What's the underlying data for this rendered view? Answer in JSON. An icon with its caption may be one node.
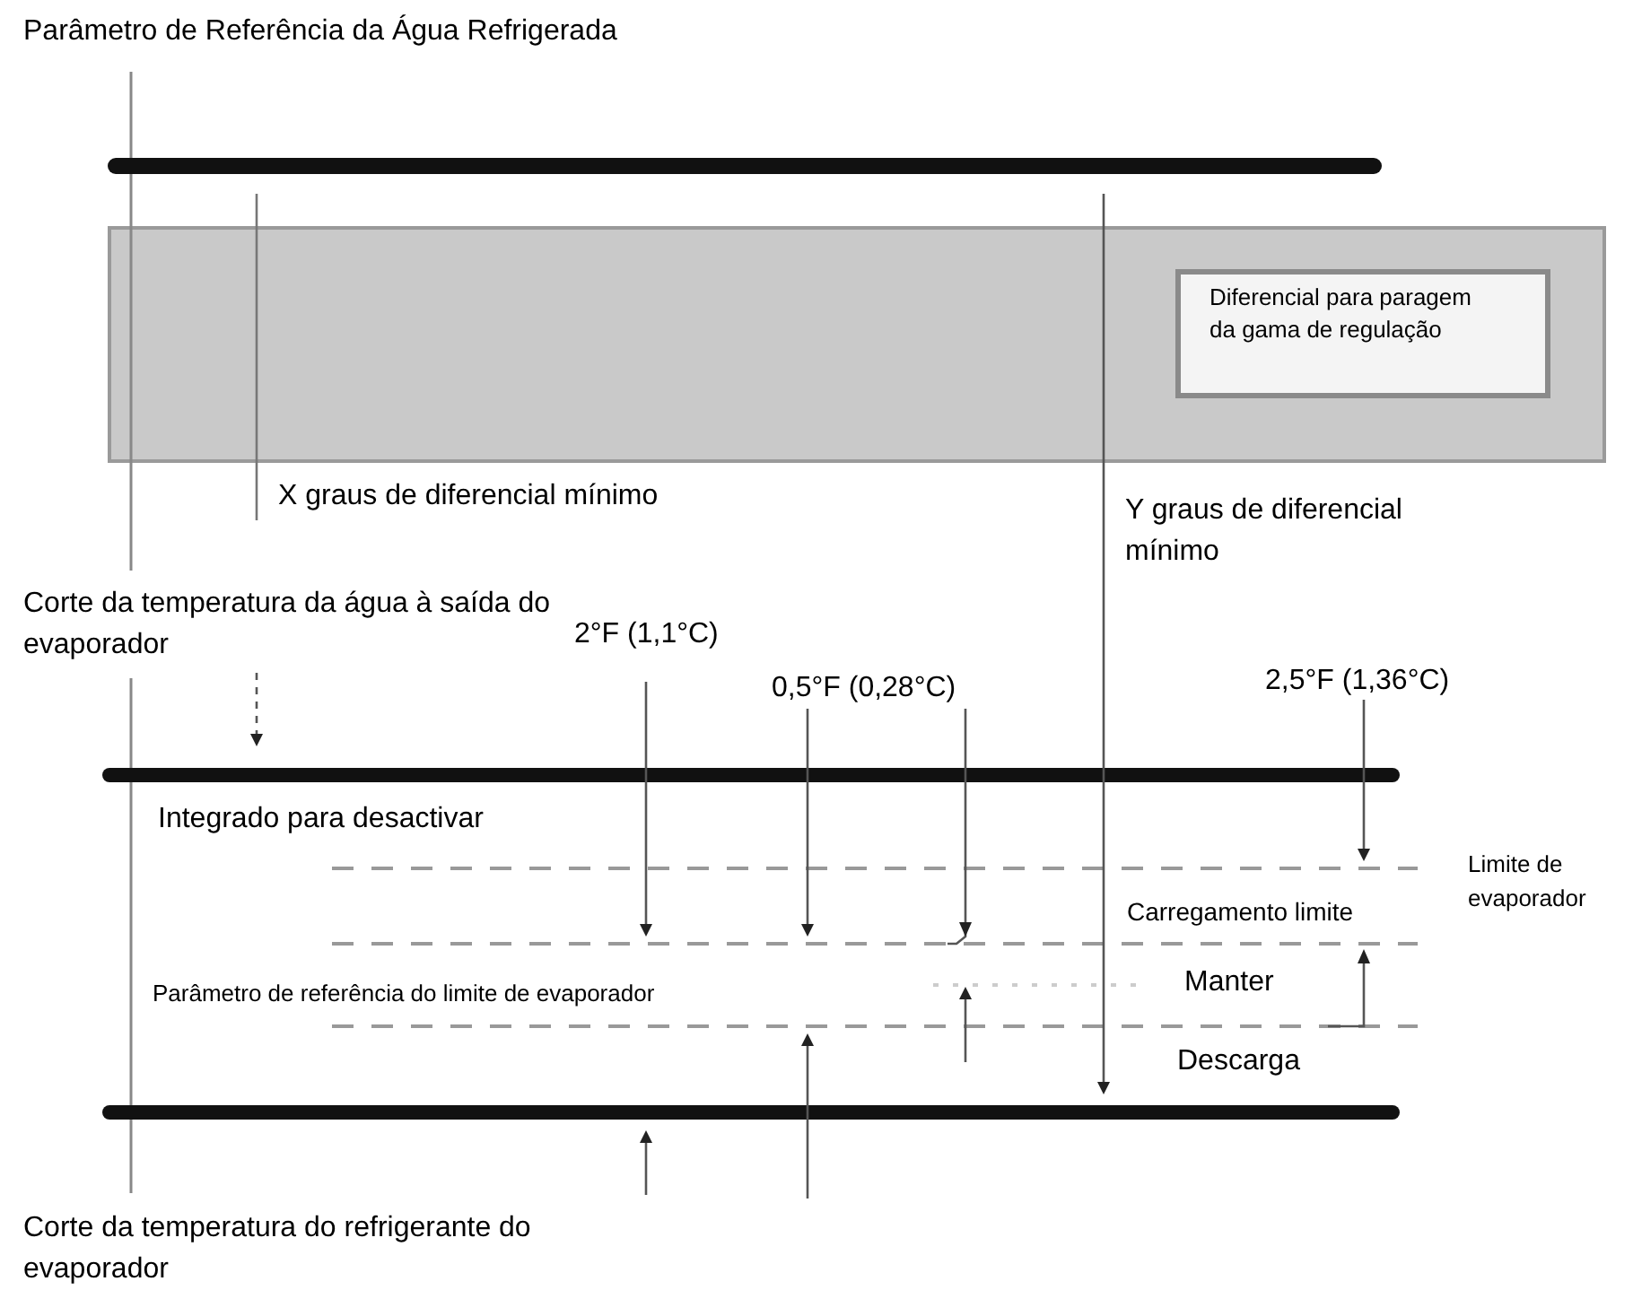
{
  "diagram": {
    "title": "Parâmetro de Referência da Água Refrigerada",
    "nodes": [
      {
        "text": [],
        "shape": "box"
      },
      {
        "text": [
          "Diferencial para paragem da gama de regulação"
        ],
        "in": 0
      }
    ],
    "edges": [],
    "labels": [
      "X graus de diferencial mínimo",
      "Y graus de diferencial mínimo",
      "Corte da temperatura da água à saída do evaporador",
      "2°F (1,1°C)",
      "0,5°F (0,28°C)",
      "2,5°F (1,36°C)",
      "Integrado para desactivar",
      "Limite de evaporador",
      "Carregamento limite",
      "Manter",
      "Parâmetro de referência do limite de evaporador",
      "Descarga",
      "Corte da temperatura do refrigerante do evaporador"
    ]
  }
}
